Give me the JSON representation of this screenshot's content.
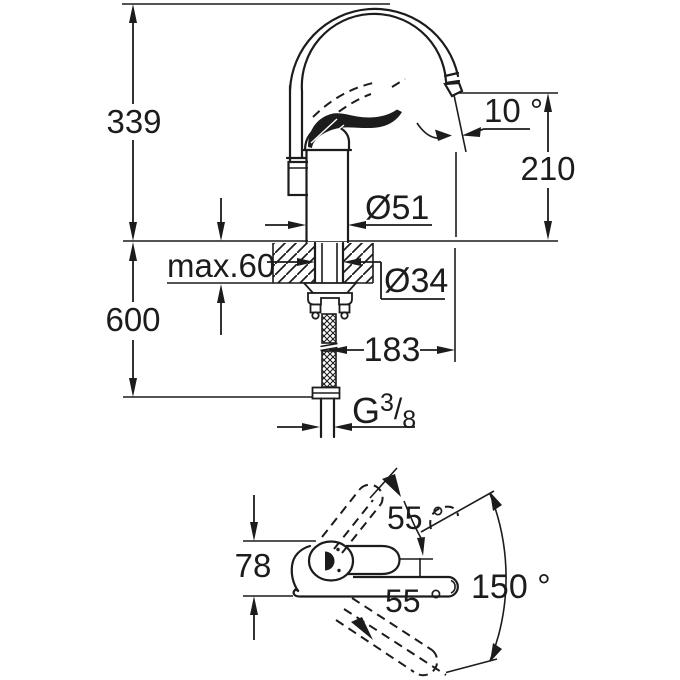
{
  "drawing": {
    "colors": {
      "ink": "#1c1c1c",
      "background": "#ffffff"
    },
    "side_view": {
      "overall_height": "339",
      "hose_length": "600",
      "deck_thickness": "max.60",
      "base_diameter": "Ø51",
      "hole_diameter": "Ø34",
      "spout_reach": "183",
      "spout_tilt_angle": "10 °",
      "spout_height": "210",
      "thread": {
        "letter": "G",
        "numerator": "3",
        "slash": "/",
        "denominator": "8"
      }
    },
    "top_view": {
      "body_depth": "78",
      "lever_angle_up": "55 °",
      "lever_angle_down": "55 °",
      "swivel_range": "150 °"
    }
  }
}
